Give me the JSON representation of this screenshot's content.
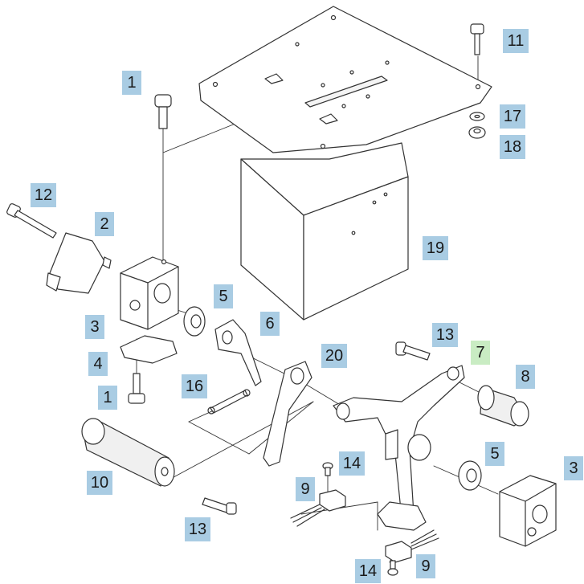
{
  "diagram": {
    "callouts": {
      "c1a": "1",
      "c1b": "1",
      "c2": "2",
      "c3a": "3",
      "c3b": "3",
      "c4": "4",
      "c5a": "5",
      "c5b": "5",
      "c6": "6",
      "c7": "7",
      "c8": "8",
      "c9a": "9",
      "c9b": "9",
      "c10": "10",
      "c11": "11",
      "c12": "12",
      "c13a": "13",
      "c13b": "13",
      "c14a": "14",
      "c14b": "14",
      "c16": "16",
      "c17": "17",
      "c18": "18",
      "c19": "19",
      "c20": "20"
    },
    "colors": {
      "callout_fill": "#a9cce3",
      "callout_highlight_fill": "#c9ecc3",
      "line": "#333333",
      "part_fill": "#ffffff",
      "shadow_fill": "#dcdcdc"
    }
  }
}
